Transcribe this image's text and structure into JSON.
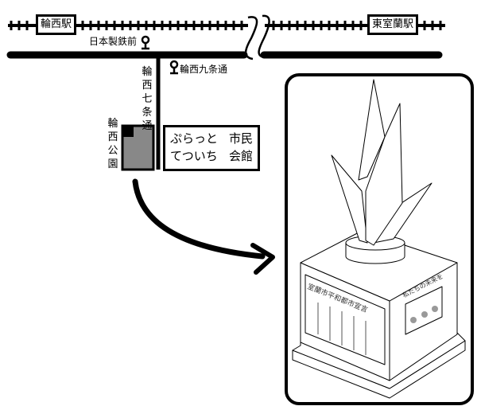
{
  "map": {
    "stations": {
      "west": "輪西駅",
      "east": "東室蘭駅"
    },
    "bus_stops": {
      "stop1": "日本製鉄前",
      "stop2": "輪西九条通"
    },
    "street": "輪西七条通",
    "park": "輪西公園",
    "building": {
      "line1_left": "ぷらっと",
      "line2_left": "てついち",
      "line1_right": "市民",
      "line2_right": "会館"
    },
    "icons": [
      "railway-track",
      "bus-stop-pin-icon",
      "road-break",
      "curved-arrow"
    ]
  },
  "monument": {
    "front_plaque": "室蘭市平和都市宣言",
    "side_plaque": "私たちの未来を"
  }
}
